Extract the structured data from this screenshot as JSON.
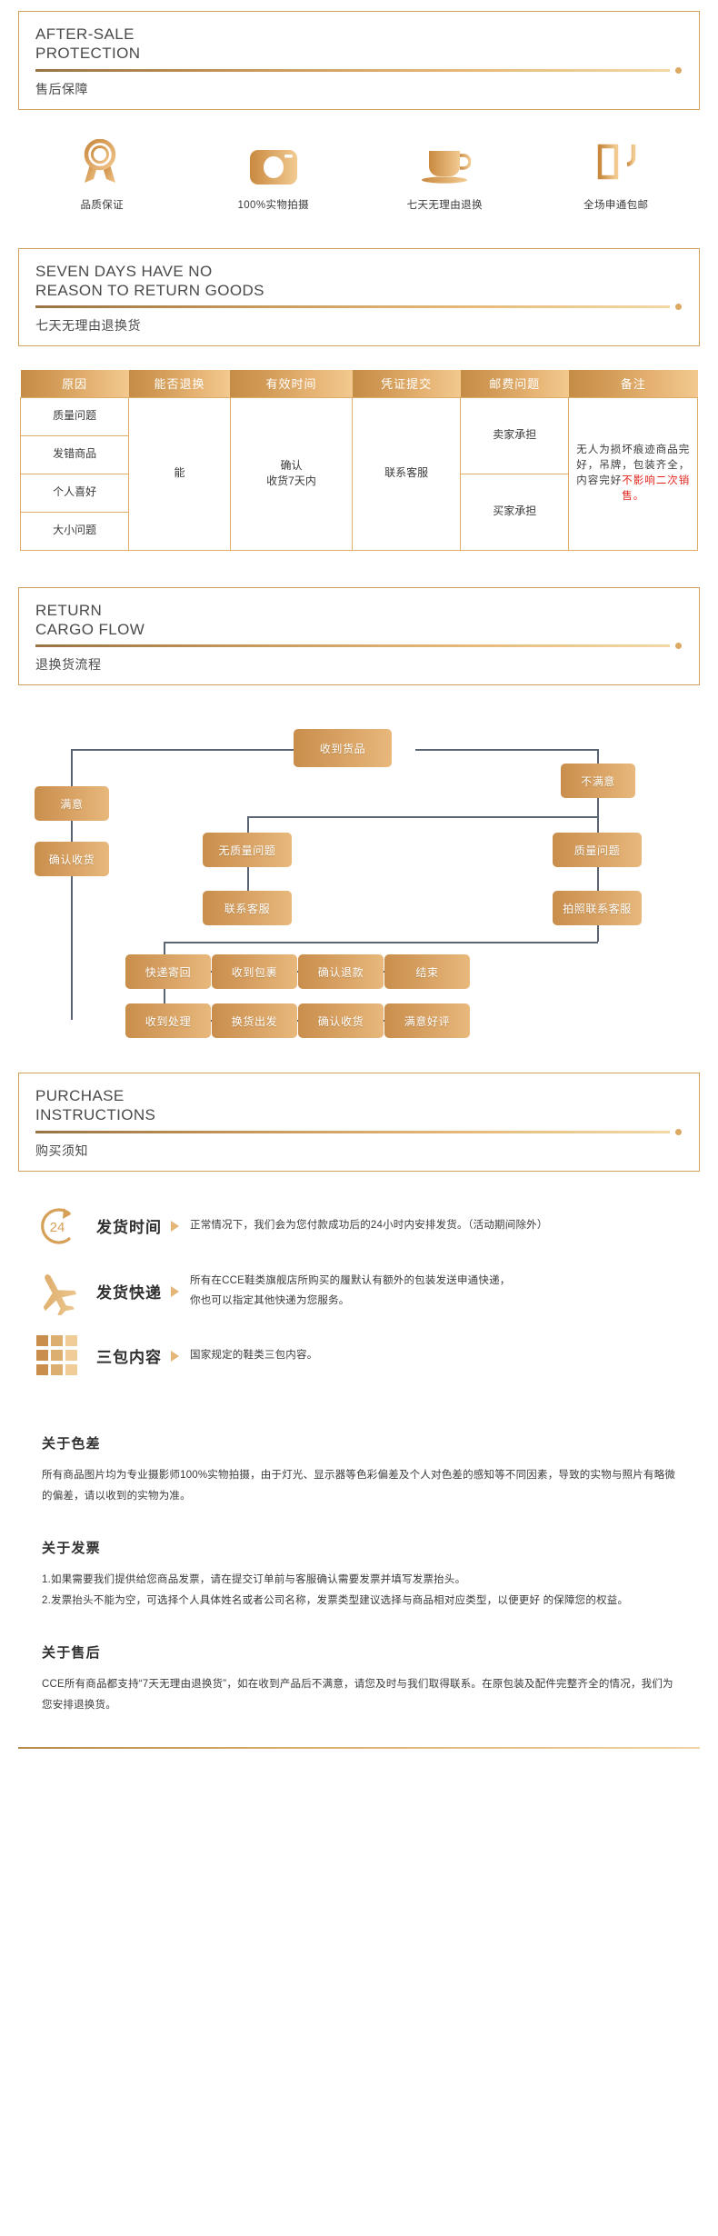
{
  "sections": {
    "after_sale": {
      "en": "AFTER-SALE\nPROTECTION",
      "cn": "售后保障"
    },
    "seven_days": {
      "en": "SEVEN DAYS HAVE NO\nREASON TO RETURN GOODS",
      "cn": "七天无理由退换货"
    },
    "return_flow": {
      "en": "RETURN\nCARGO FLOW",
      "cn": "退换货流程"
    },
    "purchase": {
      "en": "PURCHASE\nINSTRUCTIONS",
      "cn": "购买须知"
    }
  },
  "features": [
    {
      "icon": "medal-icon",
      "label": "品质保证"
    },
    {
      "icon": "camera-icon",
      "label": "100%实物拍摄"
    },
    {
      "icon": "teacup-icon",
      "label": "七天无理由退换"
    },
    {
      "icon": "postal-icon",
      "label": "全场申通包邮"
    }
  ],
  "policy_table": {
    "headers": [
      "原因",
      "能否退换",
      "有效时间",
      "凭证提交",
      "邮费问题",
      "备注"
    ],
    "reasons": [
      "质量问题",
      "发错商品",
      "个人喜好",
      "大小问题"
    ],
    "can_return": "能",
    "valid_time": "确认\n收货7天内",
    "voucher": "联系客服",
    "postage": [
      "卖家承担",
      "买家承担"
    ],
    "note_black": "无人为损坏痕迹商品完好，吊牌，包装齐全，内容完好",
    "note_red": "不影响二次销售。"
  },
  "flow_nodes": {
    "received_goods": "收到货品",
    "satisfied": "满意",
    "not_satisfied": "不满意",
    "confirm_receipt": "确认收货",
    "no_quality_issue": "无质量问题",
    "quality_issue": "质量问题",
    "contact_service": "联系客服",
    "photo_contact_service": "拍照联系客服",
    "express_send_back": "快递寄回",
    "package_received": "收到包裹",
    "confirm_refund": "确认退款",
    "end": "结束",
    "received_process": "收到处理",
    "exchange_dispatch": "换货出发",
    "confirm_receipt2": "确认收货",
    "satisfied_review": "满意好评"
  },
  "purchase_rows": [
    {
      "icon": "clock-24-icon",
      "icon_text": "24",
      "title": "发货时间",
      "body": "正常情况下，我们会为您付款成功后的24小时内安排发货。（活动期间除外）"
    },
    {
      "icon": "airplane-icon",
      "icon_text": "",
      "title": "发货快递",
      "body": "所有在CCE鞋类旗舰店所购买的履默认有额外的包装发送申通快递，\n你也可以指定其他快递为您服务。"
    },
    {
      "icon": "grid-squares-icon",
      "icon_text": "",
      "title": "三包内容",
      "body": "国家规定的鞋类三包内容。"
    }
  ],
  "notes": [
    {
      "title": "关于色差",
      "body": "所有商品图片均为专业摄影师100%实物拍摄，由于灯光、显示器等色彩偏差及个人对色差的感知等不同因素，导致的实物与照片有略微的偏差，请以收到的实物为准。"
    },
    {
      "title": "关于发票",
      "body": "1.如果需要我们提供给您商品发票，请在提交订单前与客服确认需要发票并填写发票抬头。\n2.发票抬头不能为空，可选择个人具体姓名或者公司名称，发票类型建议选择与商品相对应类型，以便更好 的保障您的权益。"
    },
    {
      "title": "关于售后",
      "body": "CCE所有商品都支持“7天无理由退换货”，如在收到产品后不满意，请您及时与我们取得联系。在原包装及配件完整齐全的情况，我们为您安排退换货。"
    }
  ],
  "colors": {
    "accent": "#d3a15c",
    "accent_dark": "#9a7344",
    "accent_light": "#f3d7a5",
    "node_start": "#c98e4c",
    "node_end": "#e8b87c",
    "connector": "#5a6472",
    "red": "#e2231a"
  }
}
